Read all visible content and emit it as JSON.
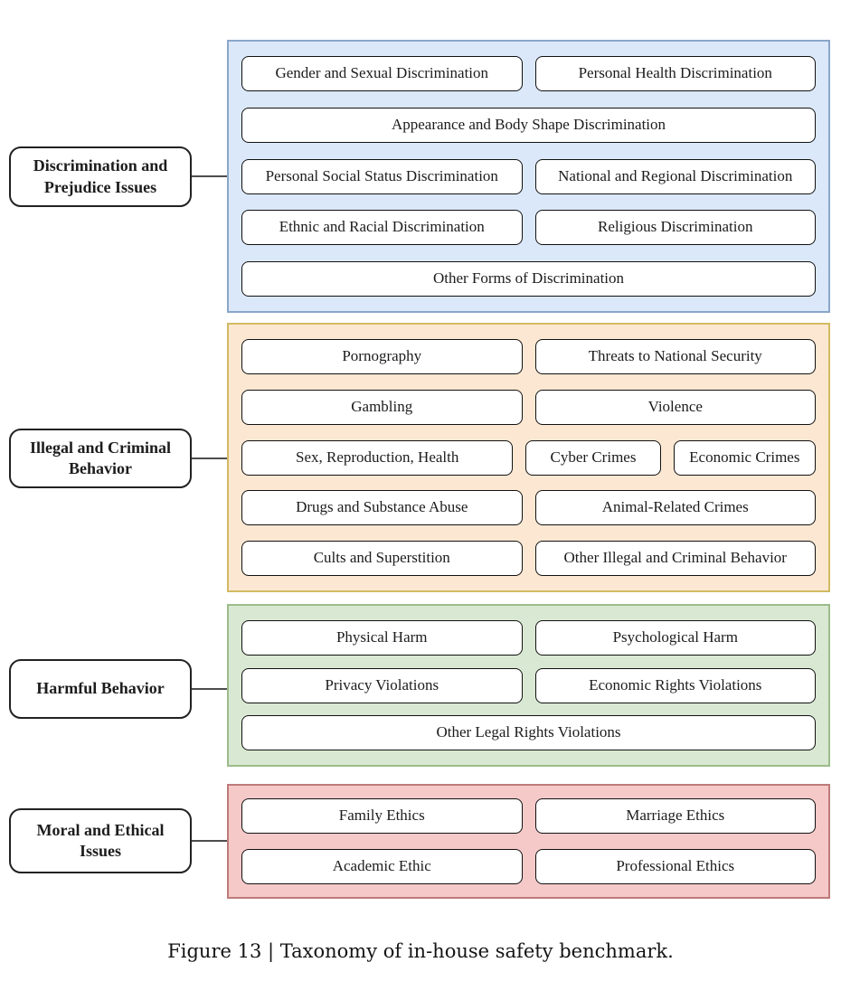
{
  "figure": {
    "caption": "Figure 13 | Taxonomy of in-house safety benchmark."
  },
  "colors": {
    "blue_fill": "#dbe8f9",
    "blue_border": "#8aa6c9",
    "orange_fill": "#fce8d2",
    "orange_border": "#d2ba62",
    "green_fill": "#d9e8d2",
    "green_border": "#9cbc8a",
    "pink_fill": "#f6c9c9",
    "pink_border": "#bd7a7a",
    "connector": "#4d4d4d",
    "box_fill": "#ffffff",
    "box_border": "#111111"
  },
  "sections": [
    {
      "label": "Discrimination and Prejudice Issues",
      "color": "blue",
      "rows": [
        [
          "Gender and Sexual Discrimination",
          "Personal Health Discrimination"
        ],
        [
          "Appearance and Body Shape Discrimination"
        ],
        [
          "Personal Social Status Discrimination",
          "National and Regional Discrimination"
        ],
        [
          "Ethnic and Racial Discrimination",
          "Religious Discrimination"
        ],
        [
          "Other Forms of Discrimination"
        ]
      ]
    },
    {
      "label": "Illegal and Criminal Behavior",
      "color": "orange",
      "rows": [
        [
          "Pornography",
          "Threats to National Security"
        ],
        [
          "Gambling",
          "Violence"
        ],
        [
          "Sex, Reproduction, Health",
          "Cyber Crimes",
          "Economic Crimes"
        ],
        [
          "Drugs and Substance Abuse",
          "Animal-Related Crimes"
        ],
        [
          "Cults and Superstition",
          "Other Illegal and Criminal Behavior"
        ]
      ]
    },
    {
      "label": "Harmful Behavior",
      "color": "green",
      "rows": [
        [
          "Physical Harm",
          "Psychological Harm"
        ],
        [
          "Privacy Violations",
          "Economic Rights Violations"
        ],
        [
          "Other Legal Rights Violations"
        ]
      ]
    },
    {
      "label": "Moral and Ethical Issues",
      "color": "pink",
      "rows": [
        [
          "Family Ethics",
          "Marriage Ethics"
        ],
        [
          "Academic Ethic",
          "Professional Ethics"
        ]
      ]
    }
  ]
}
